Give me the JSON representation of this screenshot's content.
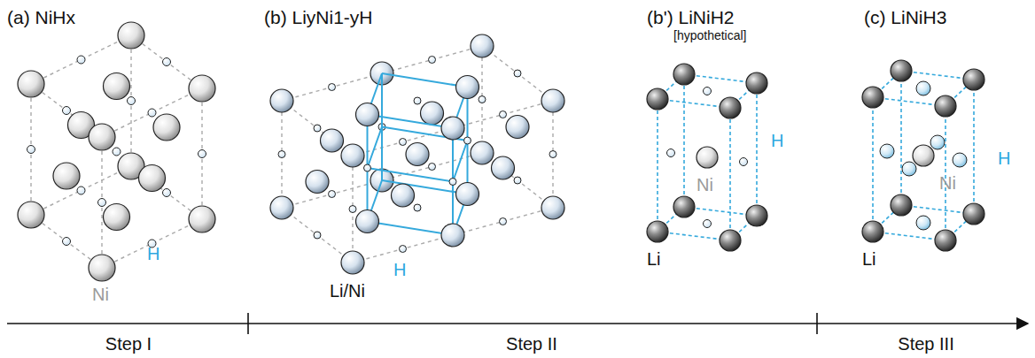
{
  "diagram": {
    "labels": [
      "(a) NiHx",
      "Ni",
      "H",
      "(b) LiyNi1-yH",
      "Li/Ni",
      "H",
      "(b') LiNiH2",
      "[hypothetical]",
      "Ni",
      "H",
      "Li",
      "(c) LiNiH3",
      "Ni",
      "H",
      "Li",
      "Step I",
      "Step II",
      "Step III"
    ]
  }
}
